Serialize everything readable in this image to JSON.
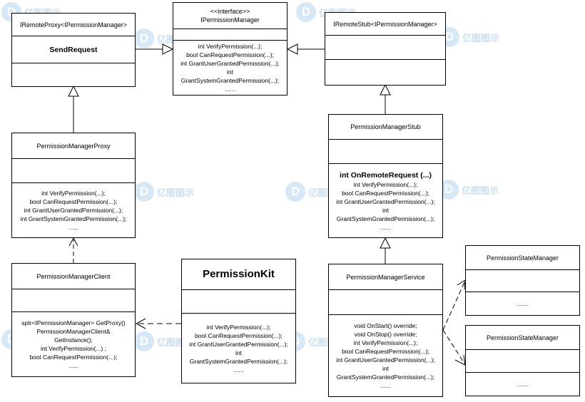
{
  "classes": {
    "iremote_proxy": {
      "name": "IRemoteProxy<IPermissionManager>",
      "methods": [
        "SendRequest"
      ]
    },
    "ipermission_manager": {
      "stereotype": "<<interface>>",
      "name": "IPermissionManager",
      "methods": [
        "int VerifyPermission(...);",
        "bool CanRequestPermission(...);",
        "int GrantUserGrantedPermission(...);",
        "int",
        "GrantSystemGrantedPermission(...);",
        "......"
      ]
    },
    "iremote_stub": {
      "name": "IRemoteStub<IPermissionManager>"
    },
    "permission_manager_proxy": {
      "name": "PermissionManagerProxy",
      "methods": [
        "int VerifyPermission(...);",
        "bool CanRequestPermission(...);",
        "int GrantUserGrantedPermission(...);",
        "int GrantSystemGrantedPermission(...);",
        "......"
      ]
    },
    "permission_manager_stub": {
      "name": "PermissionManagerStub",
      "methods_bold": "int OnRemoteRequest  (...)",
      "methods": [
        "int VerifyPermission(...);",
        "bool CanRequestPermission(...);",
        "int GrantUserGrantedPermission(...);",
        "int",
        "GrantSystemGrantedPermission(...);",
        "......"
      ]
    },
    "permission_manager_client": {
      "name": "PermissionManagerClient",
      "methods": [
        "sptr<IPermissionManager> GetProxy()",
        "PermissionManagerClient&",
        "GetInstance();",
        "int VerifyPermission(...) ;",
        "bool CanRequestPermission(...);",
        "......"
      ]
    },
    "permission_kit": {
      "name": "PermissionKit",
      "methods": [
        "int VerifyPermission(...);",
        "bool CanRequestPermission(...);",
        "int GrantUserGrantedPermission(...);",
        "int",
        "GrantSystemGrantedPermission(...);",
        "......"
      ]
    },
    "permission_manager_service": {
      "name": "PermissionManagerService",
      "methods": [
        "void OnStart() override;",
        "void OnStop() override;",
        "int VerifyPermission(...);",
        "bool CanRequestPermission(...);",
        "int GrantUserGrantedPermission(...);",
        "int",
        "GrantSystemGrantedPermission(...);",
        "......"
      ]
    },
    "permission_state_manager_1": {
      "name": "PermissionStateManager",
      "methods": [
        "......"
      ]
    },
    "permission_state_manager_2": {
      "name": "PermissionStateManager",
      "methods": [
        "......"
      ]
    }
  },
  "watermark": {
    "text": "亿图图示",
    "glyph": "D"
  },
  "colors": {
    "line": "#000000",
    "background": "#ffffff",
    "watermark": "#c9e0f2"
  }
}
